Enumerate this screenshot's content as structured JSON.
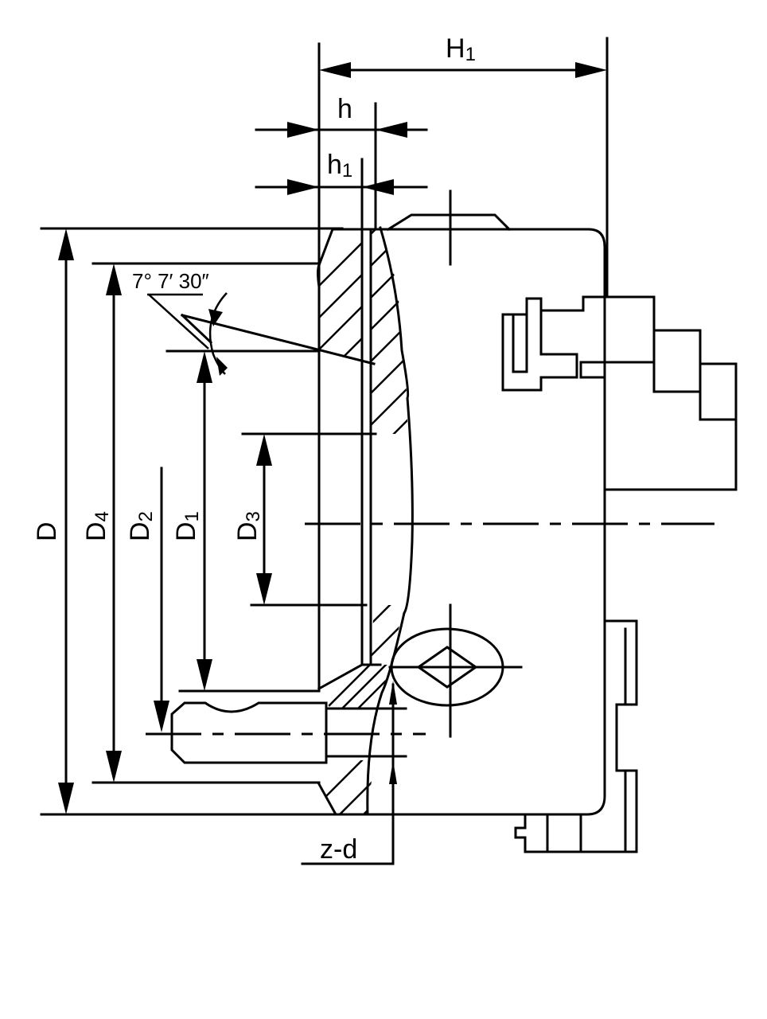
{
  "labels": {
    "H1": {
      "main": "H",
      "sub": "1"
    },
    "h": "h",
    "h1": {
      "main": "h",
      "sub": "1"
    },
    "D": "D",
    "D4": {
      "main": "D",
      "sub": "4"
    },
    "D2": {
      "main": "D",
      "sub": "2"
    },
    "D1": {
      "main": "D",
      "sub": "1"
    },
    "D3": {
      "main": "D",
      "sub": "3"
    },
    "zd": "z-d",
    "angle": "7° 7′ 30″"
  }
}
